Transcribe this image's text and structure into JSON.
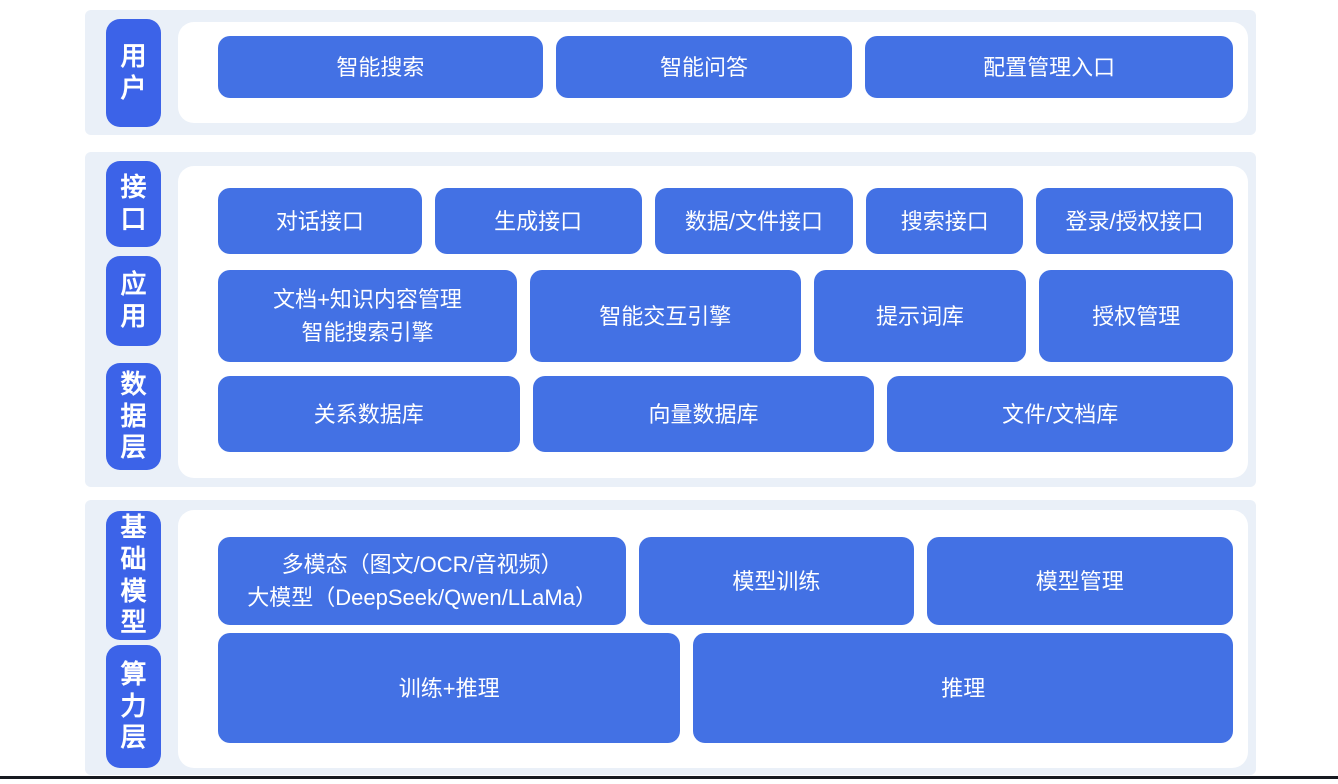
{
  "diagram": {
    "type": "layered-architecture",
    "colors": {
      "box_blue": "#4371e4",
      "side_label_blue": "#3c63e8",
      "panel_background": "#eaf0f8",
      "inner_panel": "#ffffff",
      "text": "#ffffff",
      "bottom_rule": "#171a20"
    },
    "sections": [
      {
        "side_labels": [
          "用户"
        ],
        "rows": [
          [
            "智能搜索",
            "智能问答",
            "配置管理入口"
          ]
        ]
      },
      {
        "side_labels": [
          "接口",
          "应用",
          "数据层"
        ],
        "rows": [
          [
            "对话接口",
            "生成接口",
            "数据/文件接口",
            "搜索接口",
            "登录/授权接口"
          ],
          [
            "文档+知识内容管理\n智能搜索引擎",
            "智能交互引擎",
            "提示词库",
            "授权管理"
          ],
          [
            "关系数据库",
            "向量数据库",
            "文件/文档库"
          ]
        ]
      },
      {
        "side_labels": [
          "基础模型",
          "算力层"
        ],
        "rows": [
          [
            "多模态（图文/OCR/音视频）\n大模型（DeepSeek/Qwen/LLaMa）",
            "模型训练",
            "模型管理"
          ],
          [
            "训练+推理",
            "推理"
          ]
        ]
      }
    ]
  }
}
